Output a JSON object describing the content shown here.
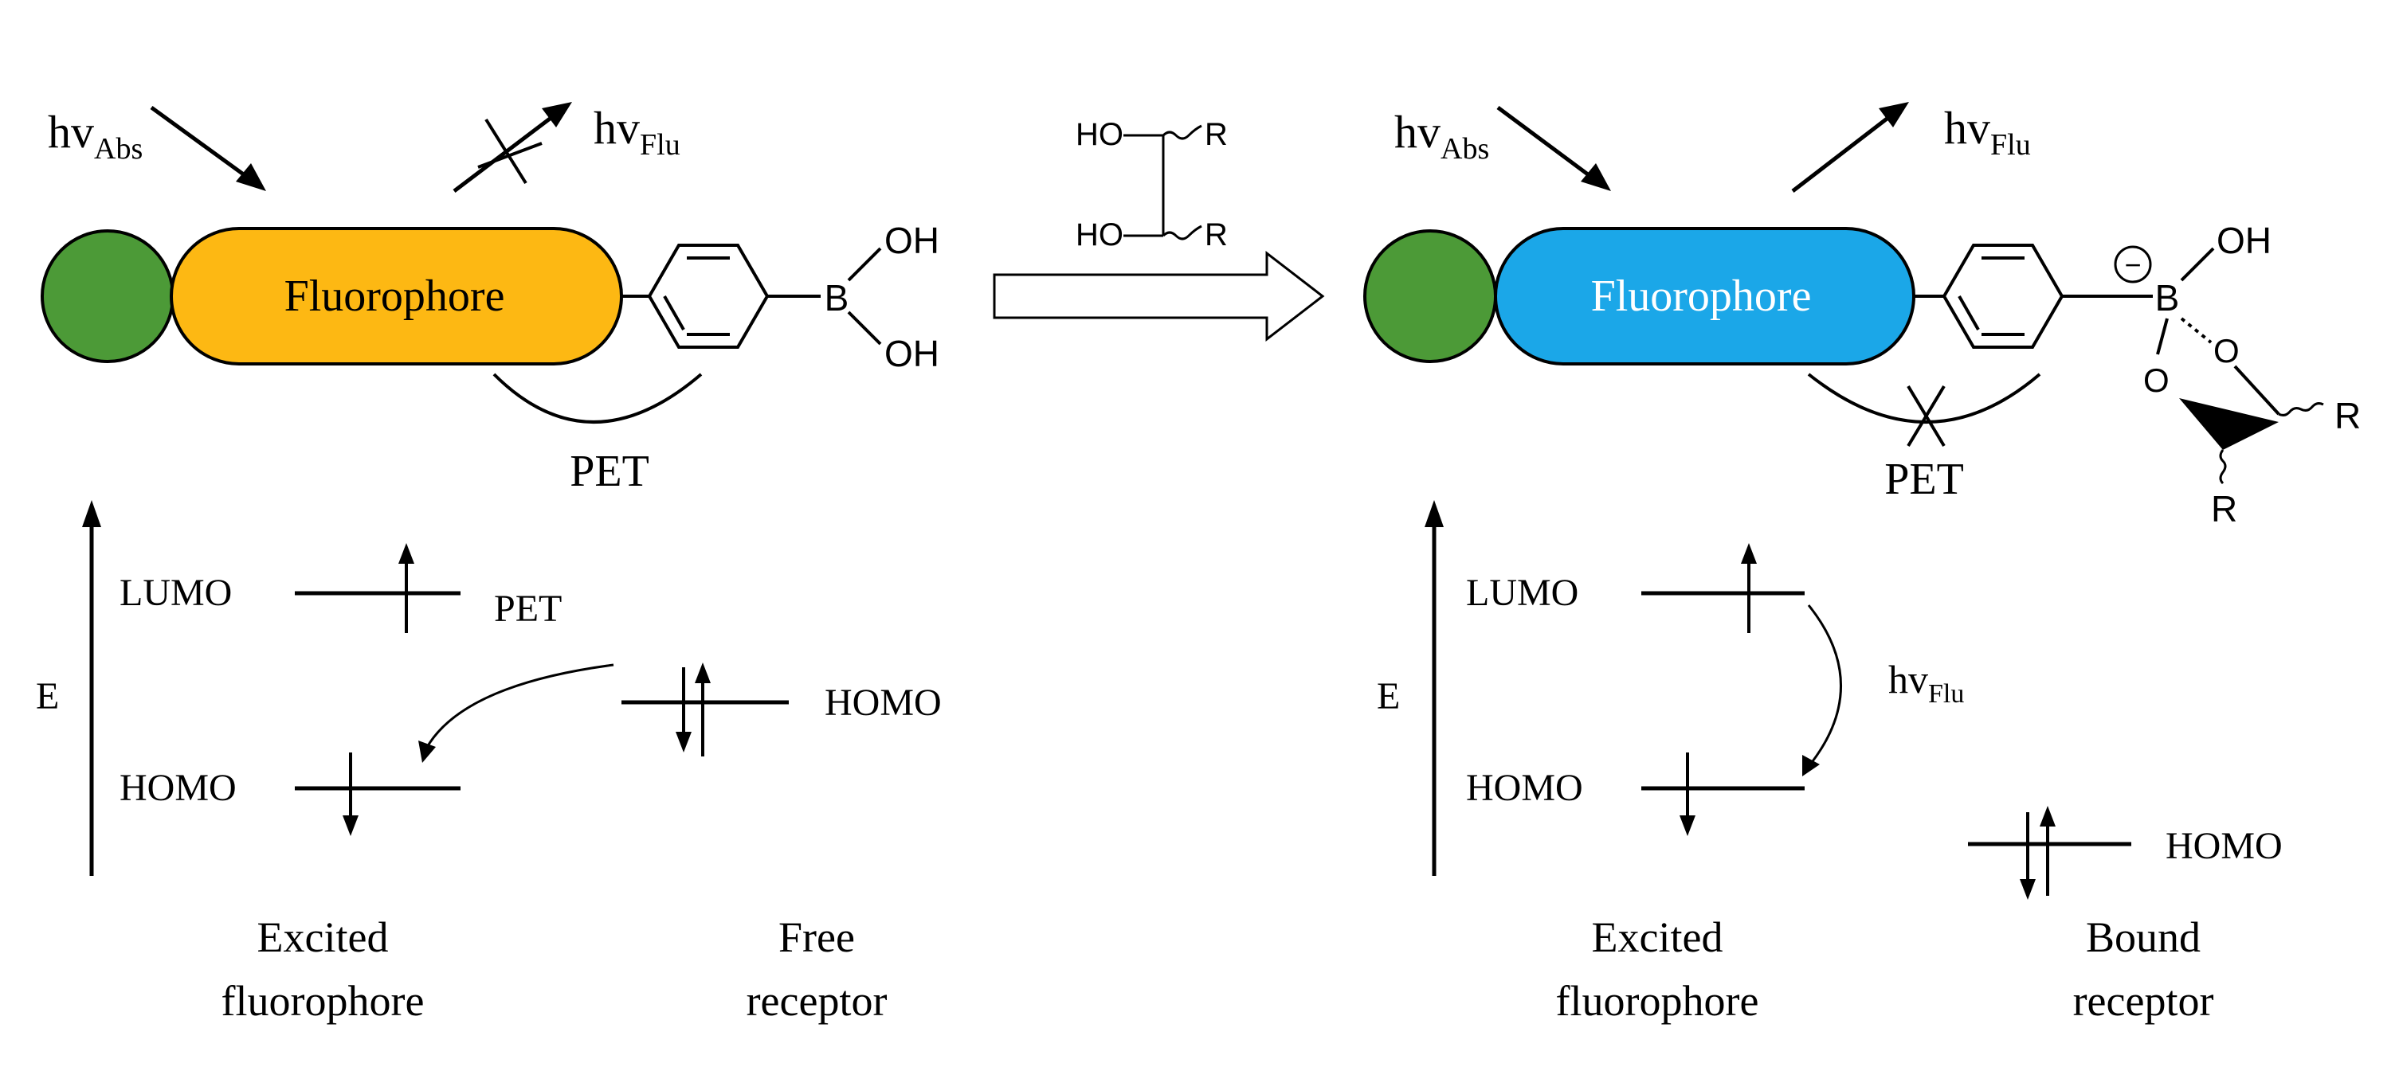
{
  "left": {
    "hv_abs_base": "hv",
    "hv_abs_sub": "Abs",
    "hv_flu_base": "hv",
    "hv_flu_sub": "Flu",
    "fluorophore_label": "Fluorophore",
    "pet_label": "PET",
    "oh_top": "OH",
    "oh_bottom": "OH",
    "boron": "B",
    "energy_axis": "E",
    "lumo_label": "LUMO",
    "homo_label": "HOMO",
    "pet_arrow_label": "PET",
    "receptor_homo_label": "HOMO",
    "caption_excited_1": "Excited",
    "caption_excited_2": "fluorophore",
    "caption_receptor_1": "Free",
    "caption_receptor_2": "receptor",
    "fluorophore_color": "#FDB813",
    "donor_color": "#4C9A37"
  },
  "reagent": {
    "ho_top": "HO",
    "ho_bottom": "HO",
    "r_top": "R",
    "r_bottom": "R"
  },
  "right": {
    "hv_abs_base": "hv",
    "hv_abs_sub": "Abs",
    "hv_flu_base": "hv",
    "hv_flu_sub": "Flu",
    "fluorophore_label": "Fluorophore",
    "pet_label": "PET",
    "oh": "OH",
    "boron": "B",
    "ring_o_top": "O",
    "ring_o_bottom": "O",
    "r_right": "R",
    "r_bottom": "R",
    "charge": "−",
    "energy_axis": "E",
    "lumo_label": "LUMO",
    "homo_label": "HOMO",
    "hv_flu_emission_base": "hv",
    "hv_flu_emission_sub": "Flu",
    "receptor_homo_label": "HOMO",
    "caption_excited_1": "Excited",
    "caption_excited_2": "fluorophore",
    "caption_receptor_1": "Bound",
    "caption_receptor_2": "receptor",
    "fluorophore_color": "#1BA7E8",
    "donor_color": "#4C9A37"
  }
}
